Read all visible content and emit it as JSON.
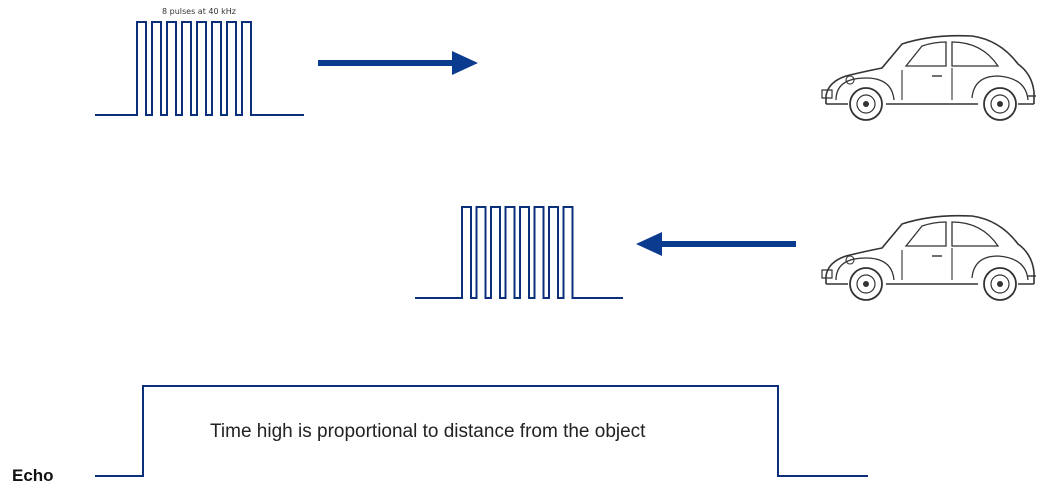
{
  "labels": {
    "pulse_burst": "8 pulses at 40 kHz",
    "echo_caption": "Time high is proportional to distance from the object",
    "echo_signal": "Echo"
  },
  "signal": {
    "pulse_count": 8
  },
  "colors": {
    "signal": "#0b2f7a",
    "arrow": "#0b3b8f",
    "car_outline": "#333333"
  },
  "icons": {
    "car": "car-icon",
    "arrow_right": "arrow-right-icon",
    "arrow_left": "arrow-left-icon"
  }
}
